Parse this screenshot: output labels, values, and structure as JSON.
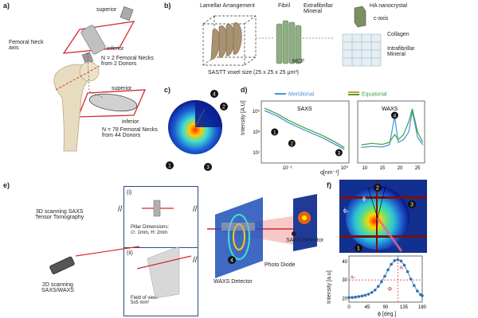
{
  "panels": {
    "a": {
      "label": "a)",
      "superior": "superior",
      "inferior": "inferior",
      "axis_label": "Femoral Neck\naxis",
      "n_top": "N = 2 Femoral Necks\nfrom 2 Donors",
      "n_bottom": "N = 78 Femoral Necks\nfrom 44 Donors"
    },
    "b": {
      "label": "b)",
      "lamellar": "Lamellar Arrangement",
      "fibril": "Fibril",
      "extrafibrillar": "Extrafibrillar\nMineral",
      "ha": "HA nanocrystal",
      "caxis": "c-axis",
      "collagen": "Collagen",
      "intrafibrillar": "Intrafibrillar\nMineral",
      "mcf": "MCF",
      "voxel": "SASTT voxel size (25 x 25 x 25 μm³)"
    },
    "c": {
      "label": "c)",
      "markers": [
        "1",
        "2",
        "3",
        "4"
      ]
    },
    "d": {
      "label": "d)",
      "ylabel": "Intensity [A.U]",
      "xlabel": "q[nm⁻¹]",
      "saxs": "SAXS",
      "waxs": "WAXS",
      "yticks": [
        "10⁵",
        "10³",
        "10¹"
      ],
      "xticks_saxs": [
        "10⁻¹",
        "10⁰"
      ],
      "xticks_waxs": [
        "10",
        "15",
        "20",
        "25"
      ]
    },
    "e": {
      "label": "e)",
      "scan3d": "3D scanning SAXS\nTensor Tomography",
      "scan2d": "2D scanning\nSAXS/WAXS",
      "i": "(i)",
      "ii": "(ii)",
      "pillar": "Pillar Dimensions:\n∅: 1mm, H: 2mm",
      "fov": "Field of view:\n5x5 mm²",
      "waxs_det": "WAXS Detector",
      "photodiode": "Photo Diode",
      "saxs_det": "SAXS Detector",
      "marker": "4"
    },
    "f": {
      "label": "f)",
      "phi": "ϕ",
      "phi0": "ϕ₀",
      "ylabel": "Intensity [a.u]",
      "xlabel": "ϕ [deg.]",
      "a0": "a₀",
      "a1": "a₁",
      "Phi": "Φ",
      "markers": [
        "1",
        "2",
        "3"
      ]
    }
  },
  "colors": {
    "meridional": "#4a90d9",
    "equatorial_green": "#3aa63a",
    "equatorial_orange": "#f28c28",
    "accent_red": "#d62728",
    "f_blue": "#2f6fb5"
  },
  "chart_data": [
    {
      "type": "line",
      "title": "SAXS",
      "xlabel": "q[nm⁻¹]",
      "ylabel": "Intensity [A.U]",
      "log_x": true,
      "log_y": true,
      "legend": [
        "Meridional",
        "Equatorial"
      ],
      "series": [
        {
          "name": "Meridional",
          "x": [
            0.04,
            0.07,
            0.1,
            0.2,
            0.4,
            0.7,
            1.0
          ],
          "y": [
            120000,
            30000,
            9000,
            1500,
            300,
            60,
            20
          ]
        },
        {
          "name": "Equatorial",
          "x": [
            0.04,
            0.07,
            0.1,
            0.2,
            0.4,
            0.7,
            1.0
          ],
          "y": [
            200000,
            50000,
            15000,
            2500,
            500,
            100,
            30
          ]
        }
      ]
    },
    {
      "type": "line",
      "title": "WAXS",
      "xlabel": "q[nm⁻¹]",
      "xlim": [
        8,
        27
      ],
      "series": [
        {
          "name": "Meridional",
          "x": [
            9,
            12,
            15,
            17,
            18.5,
            19.5,
            21,
            22.5,
            23.5,
            25,
            26.5
          ],
          "y": [
            0.3,
            0.32,
            0.31,
            0.35,
            0.9,
            0.4,
            0.45,
            0.6,
            1.0,
            0.5,
            0.35
          ]
        },
        {
          "name": "Equatorial",
          "x": [
            9,
            12,
            15,
            17,
            18.5,
            19.5,
            21,
            22.5,
            23.5,
            25,
            26.5
          ],
          "y": [
            0.35,
            0.38,
            0.36,
            0.4,
            0.55,
            0.45,
            0.55,
            0.8,
            1.05,
            0.6,
            0.4
          ]
        }
      ]
    },
    {
      "type": "scatter",
      "xlabel": "ϕ [deg.]",
      "ylabel": "Intensity [a.u]",
      "xticks": [
        0,
        45,
        90,
        135,
        180
      ],
      "yticks": [
        20,
        30,
        40
      ],
      "xlim": [
        0,
        180
      ],
      "ylim": [
        18,
        43
      ],
      "annotations": {
        "a0": 30,
        "peak_phi": 120
      },
      "series": [
        {
          "name": "",
          "x": [
            0,
            8,
            16,
            24,
            32,
            40,
            48,
            56,
            64,
            72,
            80,
            88,
            96,
            104,
            112,
            120,
            128,
            136,
            144,
            152,
            160,
            168,
            176,
            180
          ],
          "y": [
            20.5,
            20.5,
            20.7,
            21,
            21.3,
            21.7,
            22.3,
            23.2,
            24.5,
            26.5,
            29,
            32,
            35.5,
            38.5,
            40.5,
            41,
            40.3,
            38,
            34.5,
            30.5,
            27,
            24,
            22,
            21.5
          ]
        }
      ]
    }
  ]
}
